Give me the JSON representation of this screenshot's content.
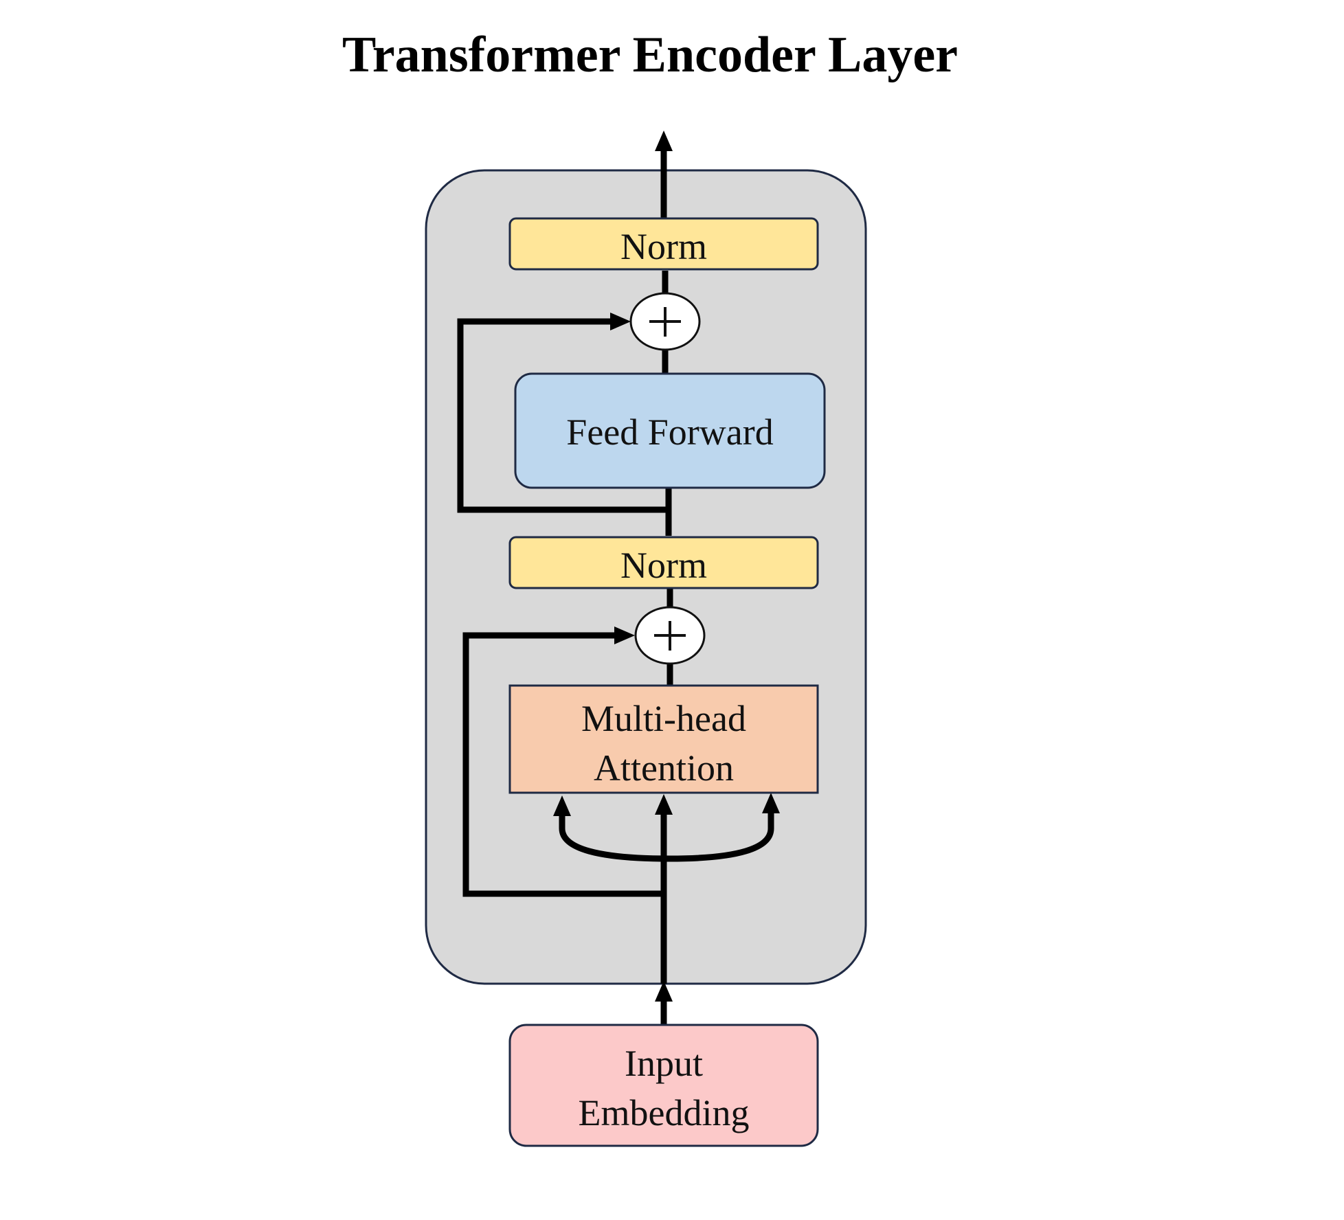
{
  "title": "Transformer Encoder Layer",
  "colors": {
    "container_fill": "#d9d9d9",
    "container_stroke": "#1f2a44",
    "norm_fill": "#ffe699",
    "feed_forward_fill": "#bdd7ee",
    "attention_fill": "#f8cbad",
    "input_fill": "#fcc9c9",
    "add_fill": "#ffffff",
    "wire": "#000000"
  },
  "blocks": {
    "norm_top": "Norm",
    "feed_forward": "Feed Forward",
    "norm_bottom": "Norm",
    "attention_line1": "Multi-head",
    "attention_line2": "Attention",
    "input_line1": "Input",
    "input_line2": "Embedding"
  },
  "icons": {
    "add_top": "plus-circle-icon",
    "add_bottom": "plus-circle-icon"
  }
}
